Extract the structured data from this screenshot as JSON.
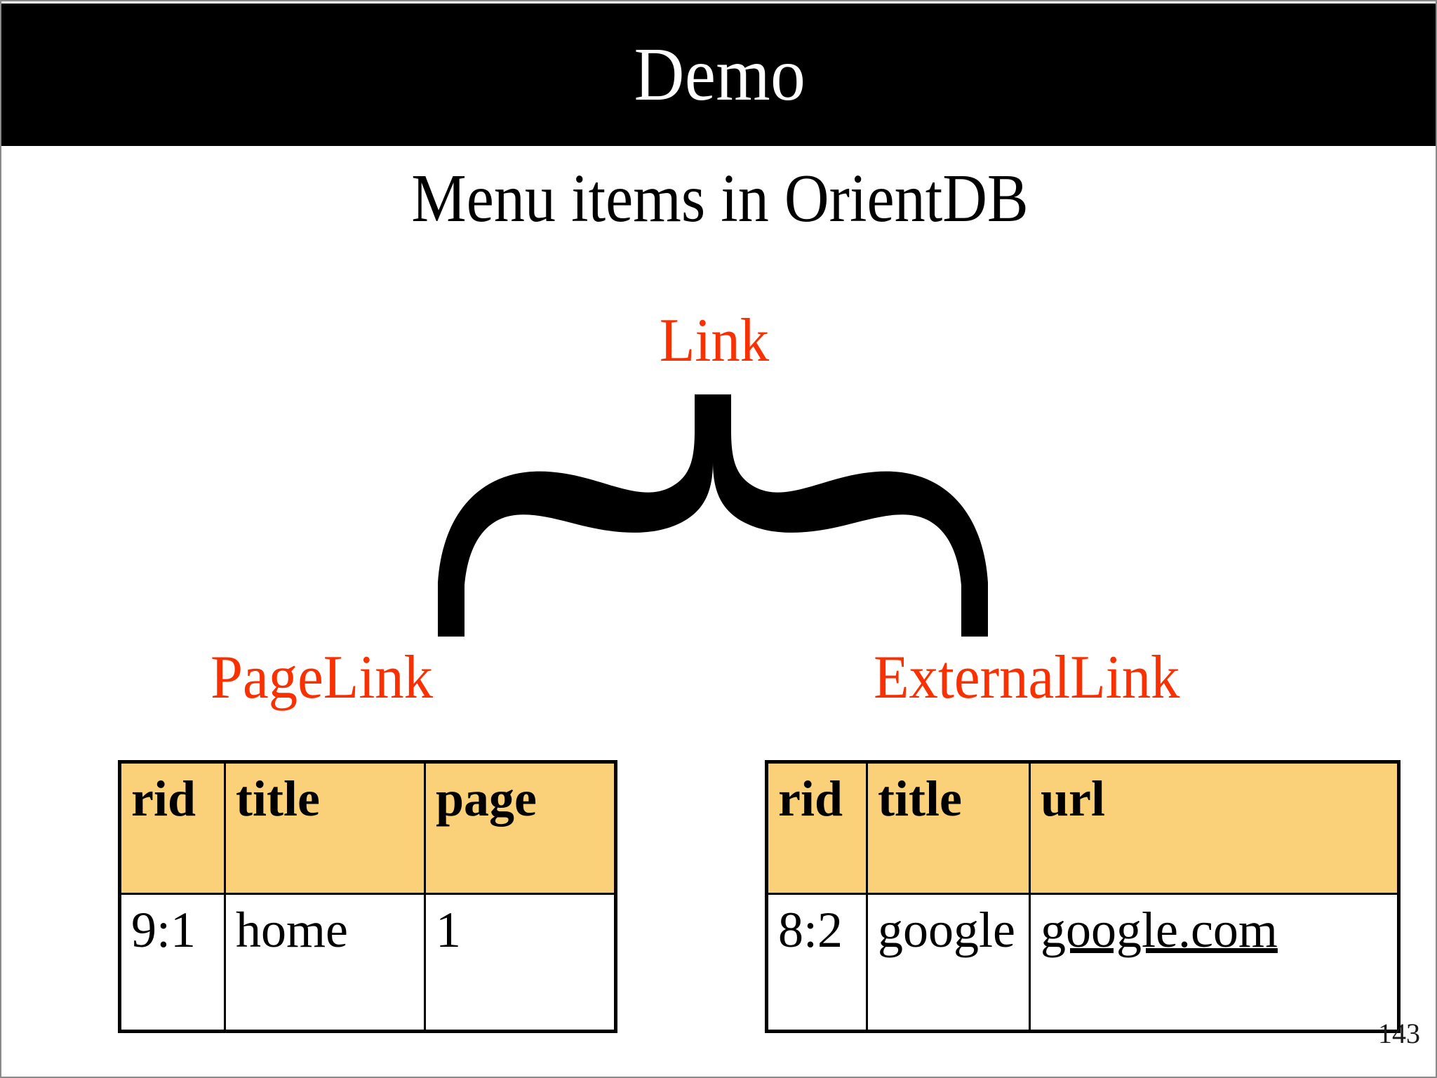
{
  "slide": {
    "header_title": "Demo",
    "subtitle": "Menu items in OrientDB",
    "page_number": "143",
    "colors": {
      "header_background": "#000000",
      "header_text": "#ffffff",
      "node_label": "#f93102",
      "table_header_fill": "#fad178",
      "table_border": "#000000",
      "connector": "#000000",
      "background": "#ffffff"
    }
  },
  "diagram": {
    "root": {
      "label": "Link"
    },
    "connector": {
      "icon": "brace-connector-icon",
      "shape": "downward-brace"
    },
    "children": [
      {
        "label": "PageLink"
      },
      {
        "label": "ExternalLink"
      }
    ]
  },
  "tables": [
    {
      "name": "PageLink",
      "columns": [
        "rid",
        "title",
        "page"
      ],
      "rows": [
        {
          "rid": "9:1",
          "title": "home",
          "page": "1",
          "page_is_link": false
        }
      ]
    },
    {
      "name": "ExternalLink",
      "columns": [
        "rid",
        "title",
        "url"
      ],
      "rows": [
        {
          "rid": "8:2",
          "title": "google",
          "url": "google.com",
          "url_is_link": true
        }
      ]
    }
  ]
}
